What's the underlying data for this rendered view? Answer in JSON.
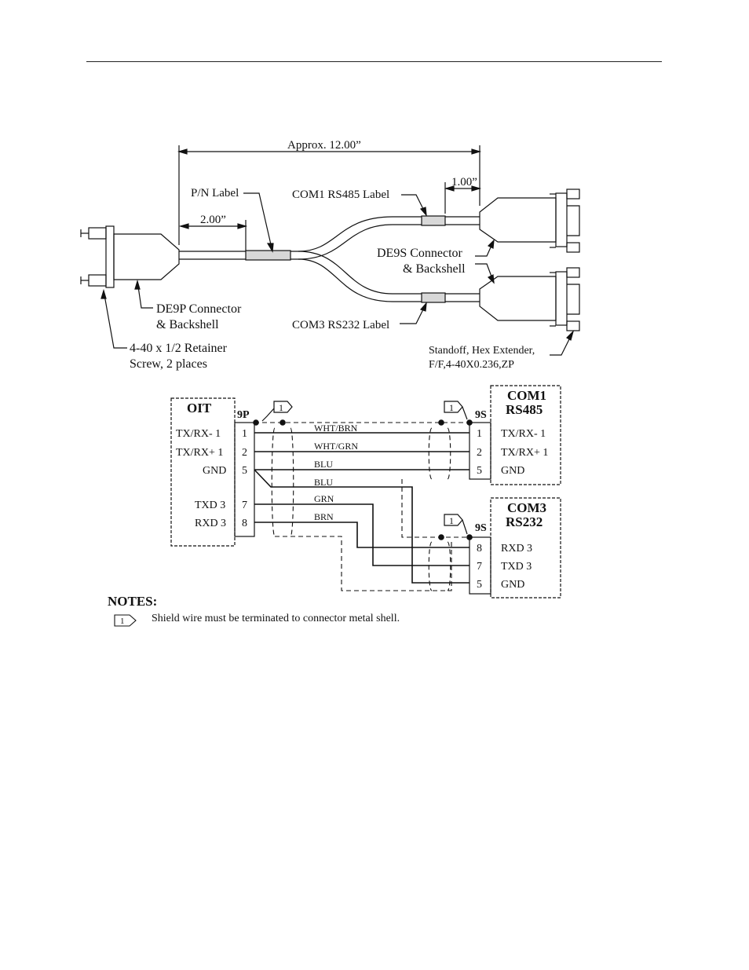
{
  "cable_drawing": {
    "dimension_overall": "Approx. 12.00”",
    "dimension_left": "2.00”",
    "dimension_right": "1.00”",
    "pn_label": "P/N Label",
    "com1_label": "COM1 RS485 Label",
    "com3_label": "COM3 RS232 Label",
    "de9s_line1": "DE9S Connector",
    "de9s_line2": "& Backshell",
    "de9p_line1": "DE9P Connector",
    "de9p_line2": "& Backshell",
    "retainer_line1": "4-40 x 1/2 Retainer",
    "retainer_line2": "Screw, 2 places",
    "standoff_line1": "Standoff, Hex Extender,",
    "standoff_line2": "F/F,4-40X0.236,ZP"
  },
  "schematic": {
    "oit_title": "OIT",
    "oit_pins": [
      {
        "signal": "TX/RX-  1",
        "pin": "1"
      },
      {
        "signal": "TX/RX+ 1",
        "pin": "2"
      },
      {
        "signal": "GND",
        "pin": "5"
      },
      {
        "signal": "TXD 3",
        "pin": "7"
      },
      {
        "signal": "RXD 3",
        "pin": "8"
      }
    ],
    "connector_9p": "9P",
    "connector_9s": "9S",
    "flag_number": "1",
    "com1_title_1": "COM1",
    "com1_title_2": "RS485",
    "com1_pins": [
      {
        "pin": "1",
        "signal": "TX/RX-  1"
      },
      {
        "pin": "2",
        "signal": "TX/RX+ 1"
      },
      {
        "pin": "5",
        "signal": "GND"
      }
    ],
    "com3_title_1": "COM3",
    "com3_title_2": "RS232",
    "com3_pins": [
      {
        "pin": "8",
        "signal": "RXD 3"
      },
      {
        "pin": "7",
        "signal": "TXD 3"
      },
      {
        "pin": "5",
        "signal": "GND"
      }
    ],
    "wires": [
      "WHT/BRN",
      "WHT/GRN",
      "BLU",
      "BLU",
      "GRN",
      "BRN"
    ]
  },
  "notes": {
    "title": "NOTES:",
    "items": [
      {
        "number": "1",
        "text": "Shield wire must be terminated to connector metal shell."
      }
    ]
  }
}
